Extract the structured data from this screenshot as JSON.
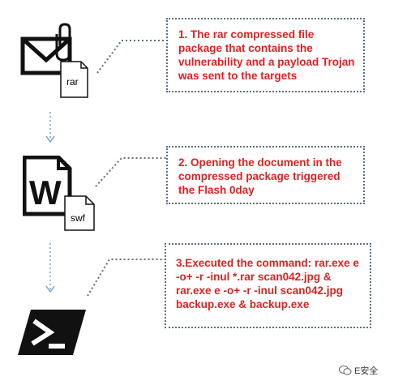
{
  "steps": [
    {
      "icon": "email-rar-icon",
      "badge": "rar",
      "text": "1. The rar compressed file package that contains the vulnerability and a payload Trojan was sent to the targets"
    },
    {
      "icon": "word-swf-icon",
      "badge": "swf",
      "text": "2. Opening the document in the compressed package triggered the Flash 0day"
    },
    {
      "icon": "powershell-icon",
      "badge": "",
      "text": "3.Executed the command: rar.exe e -o+ -r -inul *.rar scan042.jpg & rar.exe e -o+ -r -inul scan042.jpg backup.exe & backup.exe"
    }
  ],
  "watermark": "E安全",
  "colors": {
    "text": "#e02020",
    "border": "#5b6f86",
    "arrow": "#6fa6d6"
  }
}
